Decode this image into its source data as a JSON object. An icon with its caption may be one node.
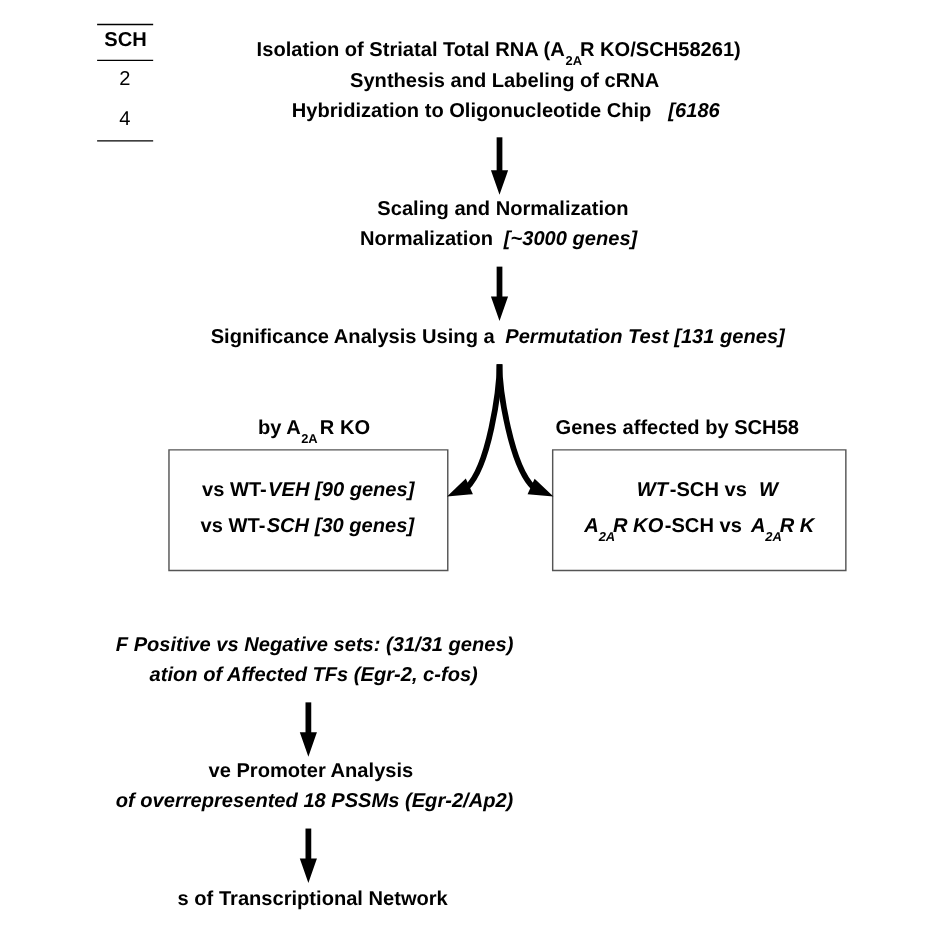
{
  "diagram": {
    "nodes": [
      {
        "text": [
          "Isolation of Striatal Total RNA (A$_{2A}$R KO/SCH58261)",
          "Synthesis and Labeling of cRNA",
          "Hybridization to Oligonucleotide Chip *[6186*"
        ]
      },
      {
        "text": [
          "Scaling and Normalization",
          "Normalization *[~3000 genes]*"
        ]
      },
      {
        "text": [
          "Significance Analysis Using a *Permutation Test [131 genes]*"
        ]
      },
      {
        "text": [
          "by A$_{2A}$R KO",
          "vs WT-*VEH [90 genes]*",
          "vs WT-*SCH [30 genes]*"
        ]
      },
      {
        "text": [
          "Genes affected by SCH58",
          "*WT*-SCH vs *W*",
          "*A$_{2A}$R KO*-SCH vs *A$_{2A}$R K*"
        ]
      },
      {
        "text": [
          "F Positive vs Negative sets: (31/31 genes)",
          "ation of Affected TFs (Egr-2, c-fos)"
        ]
      },
      {
        "text": [
          "ve Promoter Analysis",
          "of overrepresented 18 PSSMs (Egr-2/Ap2)"
        ]
      },
      {
        "text": [
          "s of Transcriptional Network"
        ]
      }
    ],
    "edges": [
      {
        "from": 0,
        "to": 1,
        "arrow": "to"
      },
      {
        "from": 1,
        "to": 2,
        "arrow": "to"
      },
      {
        "from": 2,
        "to": 3,
        "arrow": "to"
      },
      {
        "from": 2,
        "to": 4,
        "arrow": "to"
      },
      {
        "from": 5,
        "to": 6,
        "arrow": "to"
      },
      {
        "from": 6,
        "to": 7,
        "arrow": "to"
      }
    ],
    "labels": [
      "SCH",
      "2",
      "4"
    ]
  }
}
